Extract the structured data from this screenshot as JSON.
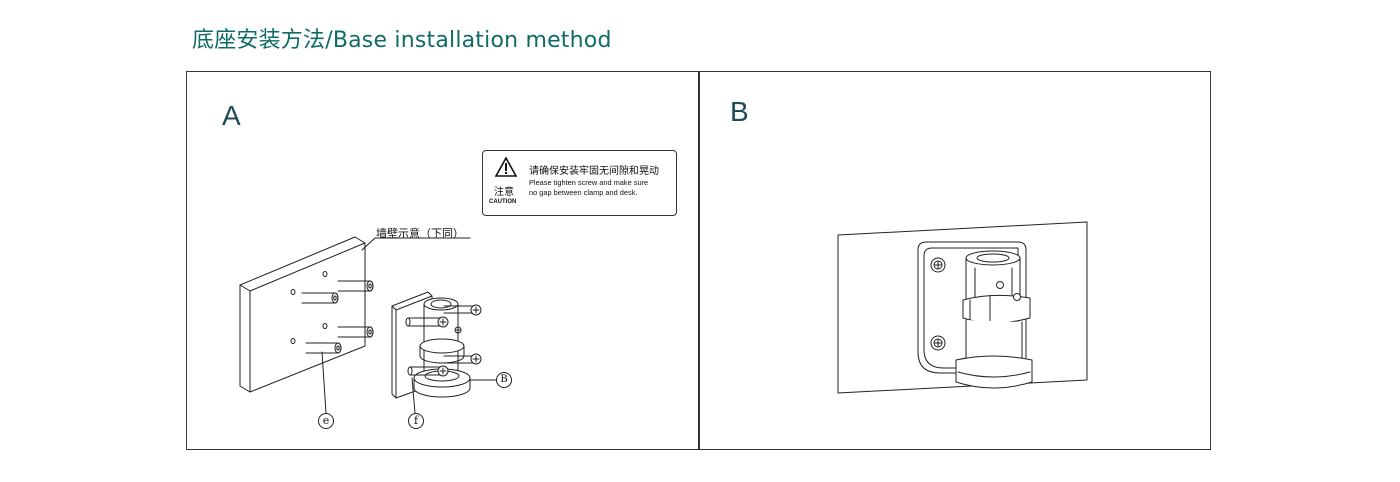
{
  "title": "底座安装方法/Base installation method",
  "panels": {
    "a_label": "A",
    "b_label": "B"
  },
  "caution": {
    "cn_message": "请确保安装牢固无间隙和晃动",
    "en_message_line1": "Please tighten screw and make sure",
    "en_message_line2": "no gap between clamp and desk.",
    "cn_word": "注意",
    "en_word": "CAUTION"
  },
  "wall_label": "墙壁示意（下同）",
  "callouts": {
    "e": "e",
    "f": "f",
    "b": "B"
  },
  "colors": {
    "title": "#0f6b68",
    "panel_label": "#1f4a58",
    "line": "#222222"
  }
}
